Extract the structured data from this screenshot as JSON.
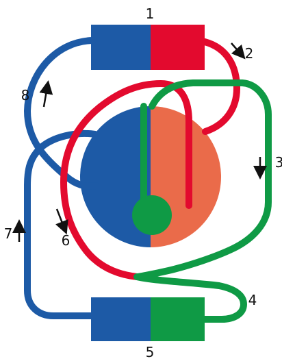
{
  "colors": {
    "blue": "#1d5aa6",
    "red": "#e30a2e",
    "green": "#0f9a45",
    "orange": "#ea6b4a",
    "text": "#111111"
  },
  "labels": {
    "l1": "1",
    "l2": "2",
    "l3": "3",
    "l4": "4",
    "l5": "5",
    "l6": "6",
    "l7": "7",
    "l8": "8"
  },
  "arrows": {
    "a2": "down-right-arrow",
    "a3": "down-arrow",
    "a6": "down-right-arrow",
    "a7": "up-arrow",
    "a8": "up-right-arrow"
  }
}
